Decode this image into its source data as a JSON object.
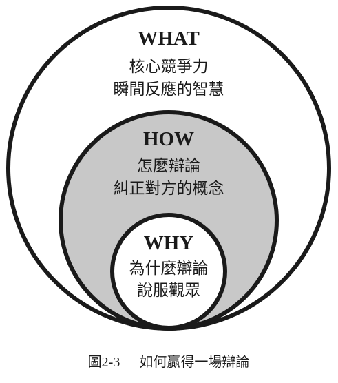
{
  "colors": {
    "outer_fill": "#ffffff",
    "middle_fill": "#c8c8c8",
    "inner_fill": "#ffffff",
    "stroke": "#1a1a1a"
  },
  "what": {
    "title": "WHAT",
    "line1": "核心競爭力",
    "line2": "瞬間反應的智慧"
  },
  "how": {
    "title": "HOW",
    "line1": "怎麼辯論",
    "line2": "糾正對方的概念"
  },
  "why": {
    "title": "WHY",
    "line1": "為什麼辯論",
    "line2": "說服觀眾"
  },
  "caption": {
    "label": "圖2-3",
    "text": "如何贏得一場辯論"
  }
}
